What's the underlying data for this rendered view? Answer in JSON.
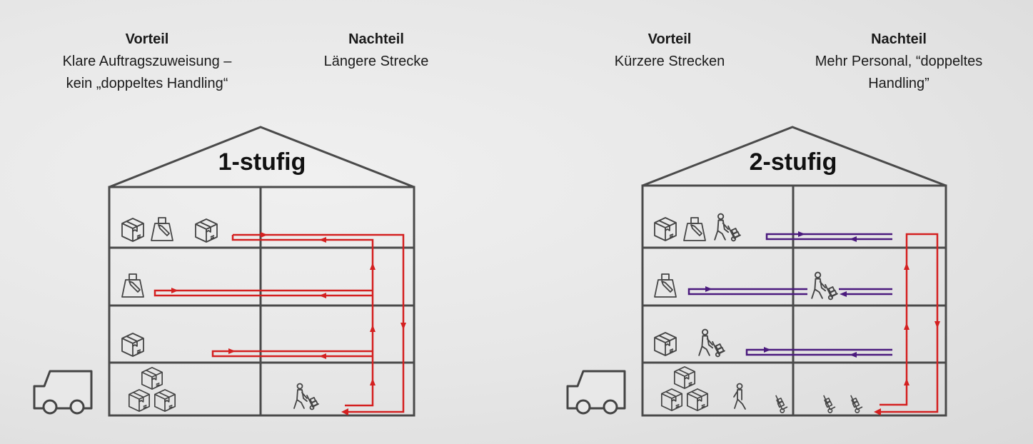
{
  "left": {
    "title": "1-stufig",
    "pro": {
      "heading": "Vorteil",
      "lines": [
        "Klare Auftragszuweisung –",
        "kein „doppeltes Handling“"
      ]
    },
    "con": {
      "heading": "Nachteil",
      "lines": [
        "Längere Strecke"
      ]
    }
  },
  "right": {
    "title": "2-stufig",
    "pro": {
      "heading": "Vorteil",
      "lines": [
        "Kürzere Strecken"
      ]
    },
    "con": {
      "heading": "Nachteil",
      "lines": [
        "Mehr Personal, “doppeltes",
        "Handling”"
      ]
    }
  },
  "colors": {
    "wall": "#4a4a4a",
    "red_path": "#d42020",
    "purple_path": "#4b1a7e",
    "background": "#e6e6e6"
  }
}
